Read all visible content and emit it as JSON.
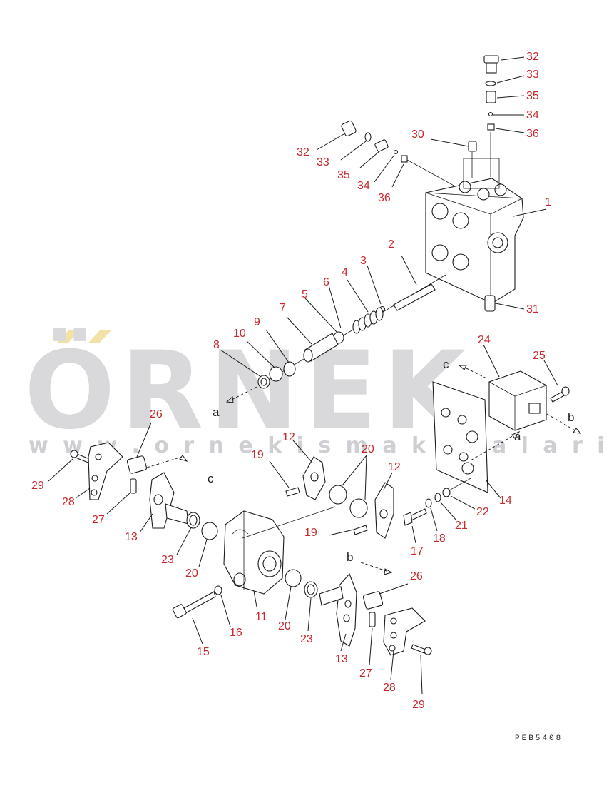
{
  "watermark": {
    "brand": "ÖRNEK",
    "url": "w w w . o r n e k i s m a k i n a l a r i . c o m . t r"
  },
  "drawing_code": "PEB5408",
  "labels": {
    "l32a": "32",
    "l33a": "33",
    "l35a": "35",
    "l34a": "34",
    "l36a": "36",
    "l32b": "32",
    "l33b": "33",
    "l35b": "35",
    "l34b": "34",
    "l36b": "36",
    "l30": "30",
    "l1": "1",
    "l2": "2",
    "l3": "3",
    "l4": "4",
    "l5": "5",
    "l6": "6",
    "l7": "7",
    "l8": "8",
    "l9": "9",
    "l10": "10",
    "l31": "31",
    "l24": "24",
    "l25": "25",
    "l14": "14",
    "l22": "22",
    "l21": "21",
    "l18": "18",
    "l17": "17",
    "l26a": "26",
    "l29a": "29",
    "l28a": "28",
    "l27a": "27",
    "l13a": "13",
    "l23a": "23",
    "l20a": "20",
    "l12a": "12",
    "l19a": "19",
    "l20b": "20",
    "l12b": "12",
    "l19b": "19",
    "l11": "11",
    "l15": "15",
    "l16": "16",
    "l20c": "20",
    "l23b": "23",
    "l13b": "13",
    "l26b": "26",
    "l27b": "27",
    "l28b": "28",
    "l29b": "29"
  },
  "refs": {
    "a1": "a",
    "a2": "a",
    "b1": "b",
    "b2": "b",
    "c1": "c",
    "c2": "c"
  },
  "colors": {
    "label_red": "#c8272d",
    "watermark_gray": "#d9d9dc",
    "watermark_accent": "#f2e2a8"
  }
}
